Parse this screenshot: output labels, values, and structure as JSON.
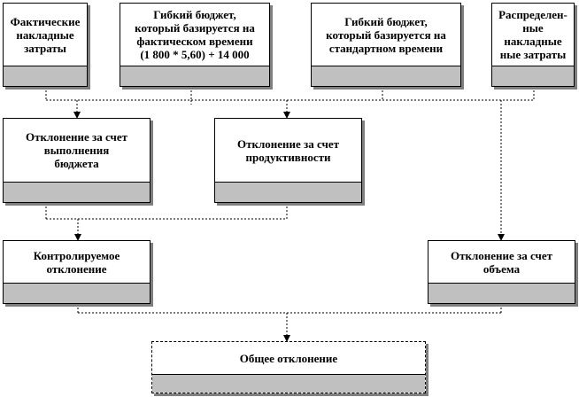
{
  "diagram": {
    "nodes": [
      {
        "id": "actual-overhead",
        "label": "Фактические\nнакладные\nзатраты"
      },
      {
        "id": "flex-budget-actual-hours",
        "label": "Гибкий бюджет,\nкоторый базируется на\nфактическом времени\n(1 800 * 5,60) + 14 000"
      },
      {
        "id": "flex-budget-standard-hours",
        "label": "Гибкий бюджет,\nкоторый базируется на\nстандартном времени"
      },
      {
        "id": "applied-overhead",
        "label": "Распределен-\nные накладные\nные затраты"
      },
      {
        "id": "budget-variance",
        "label": "Отклонение за счет\nвыполнения\nбюджета"
      },
      {
        "id": "efficiency-variance",
        "label": "Отклонение за счет\nпродуктивности"
      },
      {
        "id": "controllable-variance",
        "label": "Контролируемое\nотклонение"
      },
      {
        "id": "volume-variance",
        "label": "Отклонение за счет\nобъема"
      },
      {
        "id": "total-variance",
        "label": "Общее отклонение"
      }
    ]
  },
  "colors": {
    "bar": "#c0c0c0",
    "shadow": "#7f7f7f",
    "line": "#000000"
  }
}
